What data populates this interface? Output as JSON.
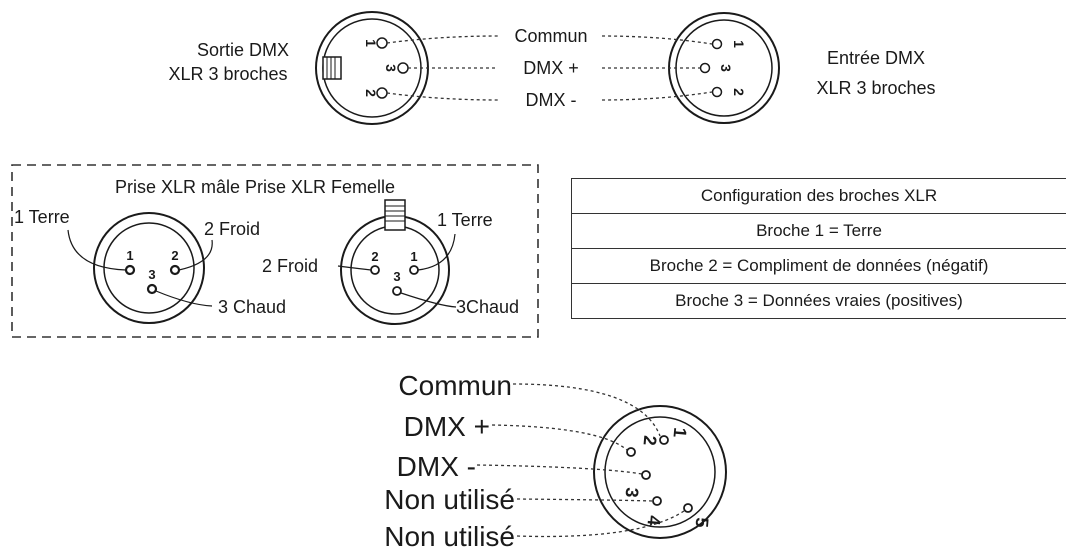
{
  "top": {
    "left_caption": [
      "Sortie DMX",
      "XLR 3 broches"
    ],
    "right_caption": [
      "Entrée DMX",
      "XLR 3 broches"
    ],
    "signals": [
      "Commun",
      "DMX +",
      "DMX -"
    ],
    "pins": [
      "1",
      "3",
      "2"
    ]
  },
  "connectors_box": {
    "title": "Prise XLR mâle Prise XLR Femelle",
    "male": {
      "pin1": "1 Terre",
      "pin2": "2 Froid",
      "pin3": "3 Chaud"
    },
    "female": {
      "pin1": "1 Terre",
      "pin2": "2 Froid",
      "pin3": "3Chaud"
    },
    "pin_numbers": [
      "1",
      "2",
      "3"
    ]
  },
  "pin_table": {
    "header": "Configuration des broches XLR",
    "rows": [
      "Broche 1 = Terre",
      "Broche 2 = Compliment de données (négatif)",
      "Broche 3 = Données vraies (positives)"
    ]
  },
  "five_pin": {
    "labels": [
      "Commun",
      "DMX +",
      "DMX -",
      "Non utilisé",
      "Non utilisé"
    ],
    "pins": [
      "1",
      "2",
      "3",
      "4",
      "5"
    ]
  }
}
